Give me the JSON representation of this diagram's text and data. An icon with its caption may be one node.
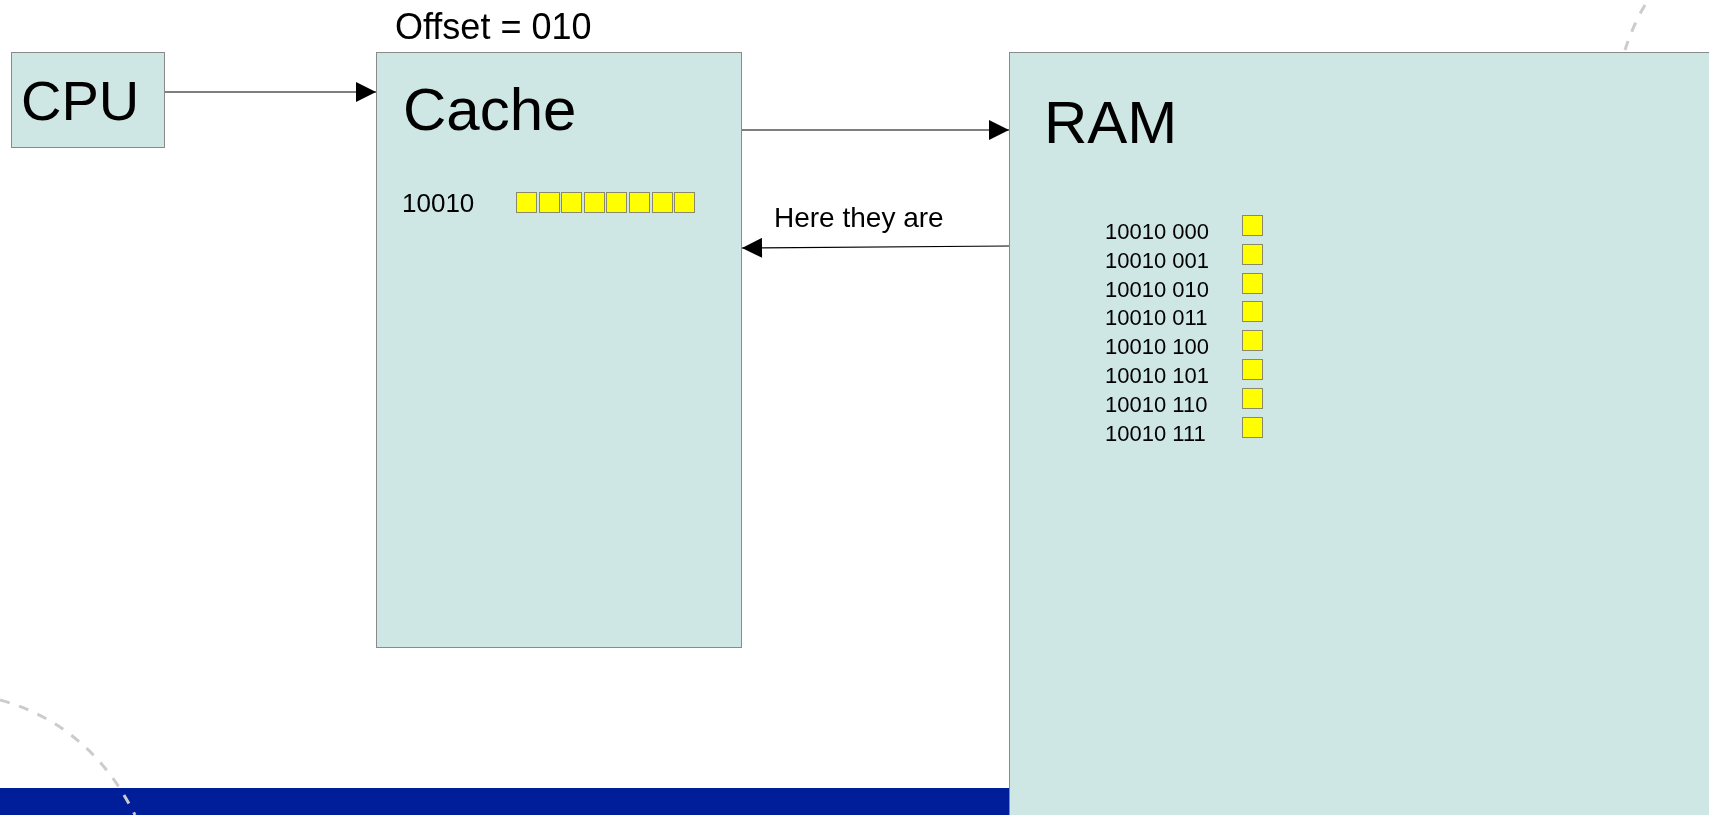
{
  "diagram": {
    "nodes": [
      {
        "text": [
          "CPU"
        ]
      },
      {
        "text": [
          "Cache"
        ]
      },
      {
        "text": [
          "RAM"
        ]
      }
    ],
    "edges": [
      {
        "from": 0,
        "to": 1,
        "arrow": "to"
      },
      {
        "from": 1,
        "to": 2,
        "arrow": "to"
      },
      {
        "from": 2,
        "to": 1,
        "arrow": "to",
        "label": "Here they are"
      }
    ],
    "labels": [
      "Offset = 010",
      "10010",
      "10010 000",
      "10010 001",
      "10010 010",
      "10010 011",
      "10010 100",
      "10010 101",
      "10010 110",
      "10010 111"
    ]
  }
}
